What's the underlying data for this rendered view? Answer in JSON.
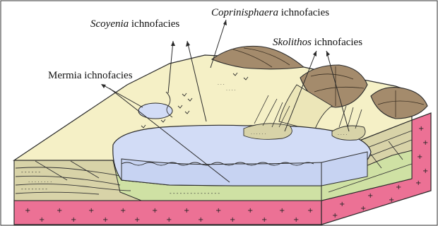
{
  "labels": {
    "scoyenia": {
      "name": "Scoyenia",
      "suffix": " ichnofacies"
    },
    "coprinisphaera": {
      "name": "Coprinisphaera",
      "suffix": " ichnofacies"
    },
    "skolithos": {
      "name": "Skolithos",
      "suffix": " ichnofacies"
    },
    "mermia": {
      "text": "Mermia ichnofacies"
    }
  },
  "colors": {
    "land": "#f5f0c6",
    "lake": "#d2dcf6",
    "green_layer": "#cfe1a4",
    "pink_basement": "#ec7195",
    "hills": "#a48b6c",
    "strata": "#d8d3a8",
    "outline": "#2b2b2b"
  }
}
